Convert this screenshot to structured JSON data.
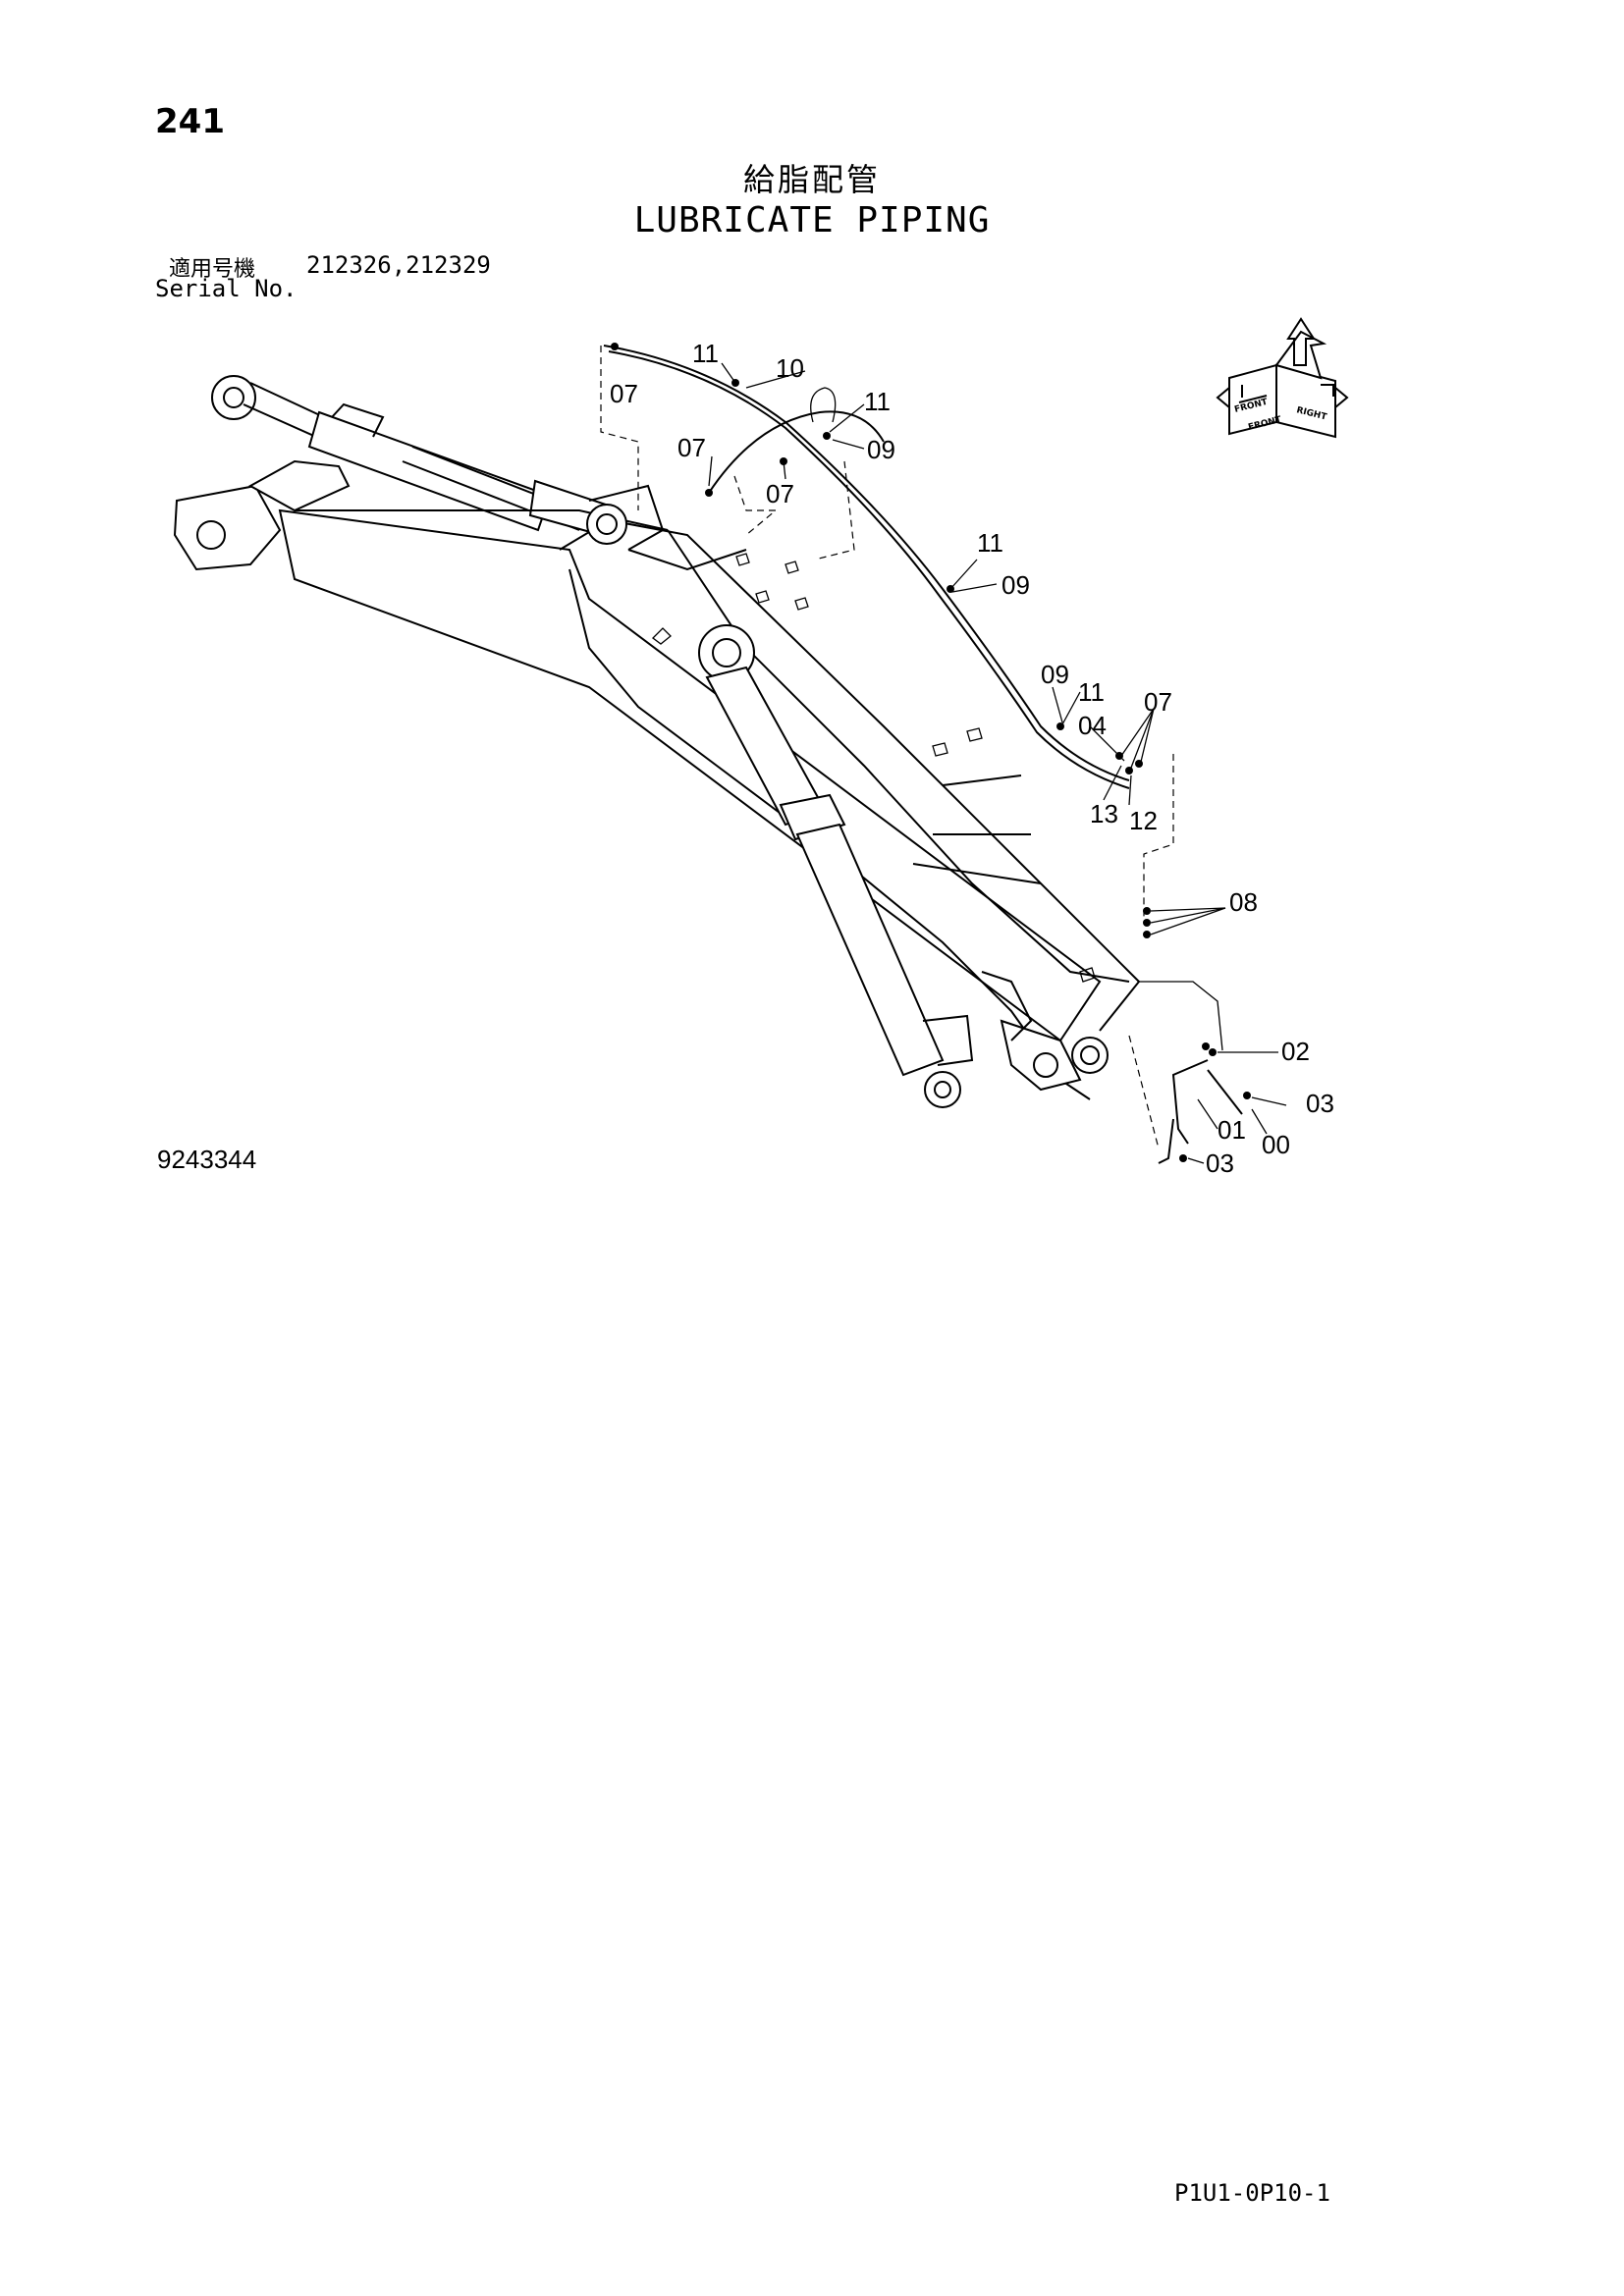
{
  "header": {
    "page_number": "241",
    "title_jp": "給脂配管",
    "title_en": "LUBRICATE PIPING",
    "serial_label_jp": "適用号機",
    "serial_numbers": "212326,212329",
    "serial_label_en": "Serial No."
  },
  "orientation_icon": {
    "labels": [
      "FRONT",
      "FRONT",
      "RIGHT"
    ]
  },
  "callouts": [
    "07",
    "11",
    "10",
    "11",
    "09",
    "07",
    "07",
    "11",
    "09",
    "09",
    "11",
    "04",
    "07",
    "13",
    "12",
    "08",
    "02",
    "03",
    "01",
    "00",
    "03"
  ],
  "footer": {
    "drawing_number": "9243344",
    "page_code": "P1U1-0P10-1"
  }
}
